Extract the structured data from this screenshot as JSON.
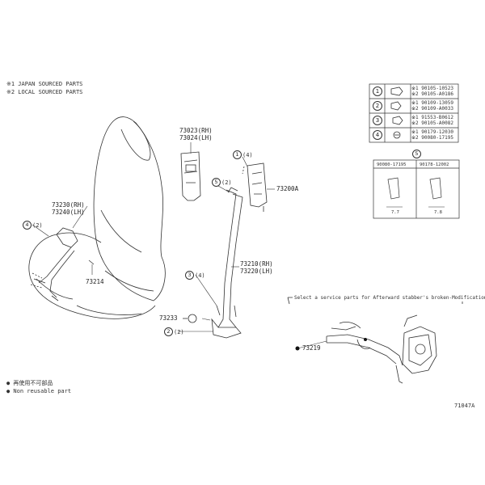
{
  "notes": {
    "japan": "※1 JAPAN SOURCED PARTS",
    "local": "※2 LOCAL SOURCED PARTS"
  },
  "legend_table": {
    "rows": [
      {
        "num": "1",
        "line1": "※1 90105-10523",
        "line2": "※2 90105-A0186"
      },
      {
        "num": "2",
        "line1": "※1 90109-13059",
        "line2": "※2 90109-A0033"
      },
      {
        "num": "3",
        "line1": "※1 91553-B0612",
        "line2": "※2 90105-A0082"
      },
      {
        "num": "4",
        "line1": "※1 90179-12030",
        "line2": "※2 90080-17195"
      }
    ],
    "detail_num": "5",
    "detail_left_part": "90080-17195",
    "detail_right_part": "90178-12002",
    "detail_left_dim": "7.7",
    "detail_right_dim": "7.8"
  },
  "parts": {
    "p73023": "73023(RH)",
    "p73024": "73024(LH)",
    "p73230": "73230(RH)",
    "p73240": "73240(LH)",
    "p73214": "73214",
    "p73200a": "73200A",
    "p73210": "73210(RH)",
    "p73220": "73220(LH)",
    "p73233": "73233",
    "p73219": "73219"
  },
  "callouts": {
    "c1": {
      "num": "1",
      "qty": "(4)"
    },
    "c5": {
      "num": "5",
      "qty": "(2)"
    },
    "c4": {
      "num": "4",
      "qty": "(2)"
    },
    "c3": {
      "num": "3",
      "qty": "(4)"
    },
    "c2": {
      "num": "2",
      "qty": "(2)"
    }
  },
  "service_note": "Select a service parts for Afterward stabber's broken-Modification.",
  "footer_legend": {
    "line1": "● 再使用不可部品",
    "line2": "● Non reusable part"
  },
  "diagram_code": "71047A"
}
